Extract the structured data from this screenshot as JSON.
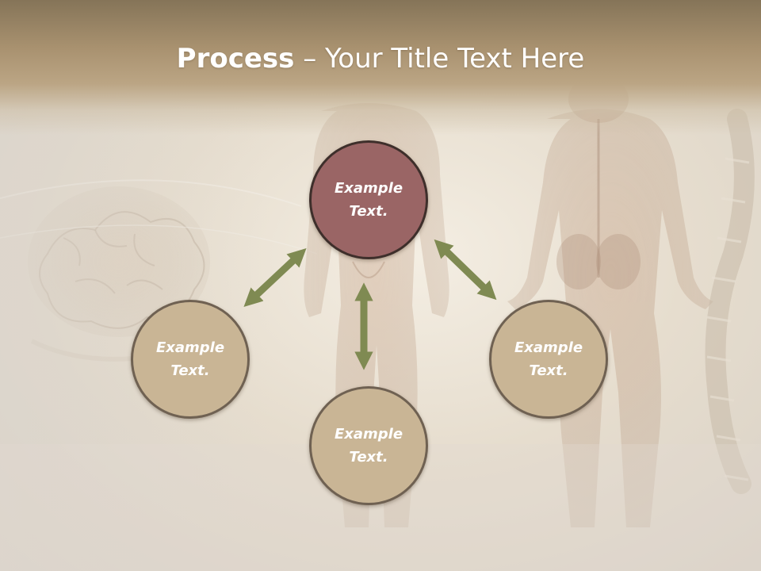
{
  "slide": {
    "title_bold": "Process",
    "title_sep": " – ",
    "title_rest": "Your Title Text Here"
  },
  "nodes": {
    "top": "Example Text.",
    "left": "Example Text.",
    "right": "Example Text.",
    "bottom": "Example Text."
  },
  "colors": {
    "highlight_node": "#9a6565",
    "node": "#c9b595",
    "arrow": "#7f8a52",
    "title_band": "#a8916f"
  }
}
